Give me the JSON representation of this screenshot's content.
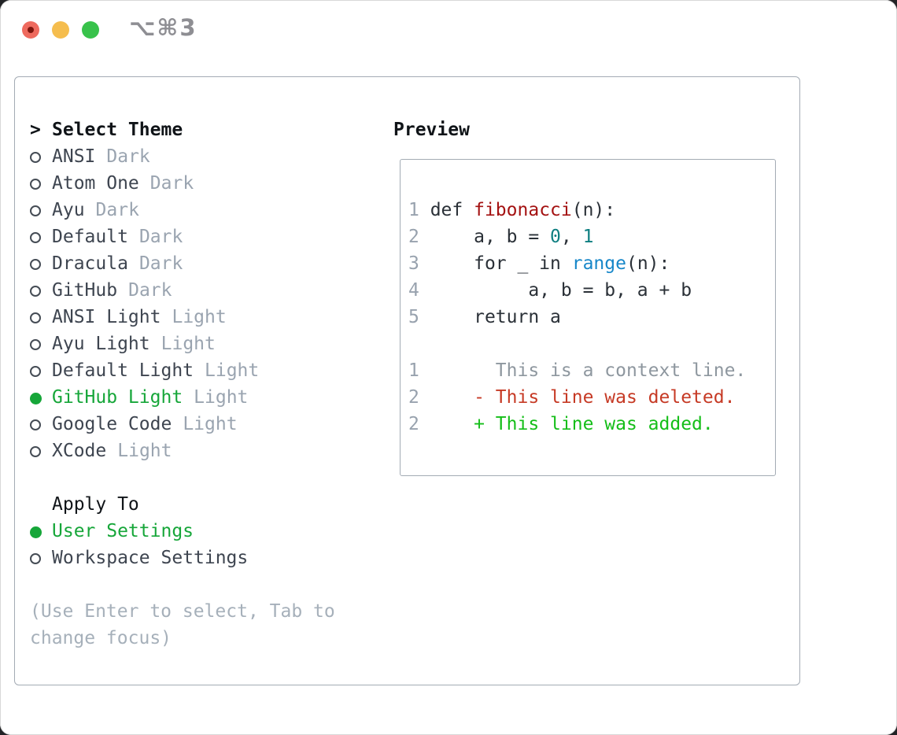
{
  "titlebar": {
    "shortcut": "⌥⌘3"
  },
  "colors": {
    "accent_selected_green": "#16a639",
    "traffic_close": "#ee6a5e",
    "traffic_minimize": "#f5bd4e",
    "traffic_zoom": "#38c24b",
    "syntax_function": "#a41212",
    "syntax_number": "#0d7e80",
    "syntax_builtin": "#1787c9",
    "diff_deleted": "#c63a25",
    "diff_added": "#15be19",
    "muted_gray": "#9aa4b0",
    "panel_border": "#a3abb4"
  },
  "theme_list": {
    "prompt": ">",
    "header": "Select Theme",
    "items": [
      {
        "name": "ANSI",
        "tag": "Dark",
        "selected": false
      },
      {
        "name": "Atom One",
        "tag": "Dark",
        "selected": false
      },
      {
        "name": "Ayu",
        "tag": "Dark",
        "selected": false
      },
      {
        "name": "Default",
        "tag": "Dark",
        "selected": false
      },
      {
        "name": "Dracula",
        "tag": "Dark",
        "selected": false
      },
      {
        "name": "GitHub",
        "tag": "Dark",
        "selected": false
      },
      {
        "name": "ANSI Light",
        "tag": "Light",
        "selected": false
      },
      {
        "name": "Ayu Light",
        "tag": "Light",
        "selected": false
      },
      {
        "name": "Default Light",
        "tag": "Light",
        "selected": false
      },
      {
        "name": "GitHub Light",
        "tag": "Light",
        "selected": true
      },
      {
        "name": "Google Code",
        "tag": "Light",
        "selected": false
      },
      {
        "name": "XCode",
        "tag": "Light",
        "selected": false
      }
    ]
  },
  "apply_to": {
    "header": "Apply To",
    "options": [
      {
        "label": "User Settings",
        "selected": true
      },
      {
        "label": "Workspace Settings",
        "selected": false
      }
    ]
  },
  "hint": {
    "line1": "(Use Enter to select, Tab to",
    "line2": "change focus)"
  },
  "preview": {
    "header": "Preview",
    "lines": [
      {
        "num": "1",
        "segments": [
          {
            "text": " def ",
            "style": "code"
          },
          {
            "text": "fibonacci",
            "style": "function"
          },
          {
            "text": "(n):",
            "style": "code"
          }
        ]
      },
      {
        "num": "2",
        "segments": [
          {
            "text": "     a, b = ",
            "style": "code"
          },
          {
            "text": "0",
            "style": "number"
          },
          {
            "text": ", ",
            "style": "code"
          },
          {
            "text": "1",
            "style": "number"
          }
        ]
      },
      {
        "num": "3",
        "segments": [
          {
            "text": "     for _ in ",
            "style": "code"
          },
          {
            "text": "range",
            "style": "builtin"
          },
          {
            "text": "(n):",
            "style": "code"
          }
        ]
      },
      {
        "num": "4",
        "segments": [
          {
            "text": "          a, b = b, a + b",
            "style": "code"
          }
        ]
      },
      {
        "num": "5",
        "segments": [
          {
            "text": "     return a",
            "style": "code"
          }
        ]
      },
      {
        "num": "",
        "segments": []
      },
      {
        "num": "1",
        "segments": [
          {
            "text": "       This is a context line.",
            "style": "context"
          }
        ]
      },
      {
        "num": "2",
        "segments": [
          {
            "text": "     - This line was deleted.",
            "style": "deleted"
          }
        ]
      },
      {
        "num": "2",
        "segments": [
          {
            "text": "     + This line was added.",
            "style": "added"
          }
        ]
      }
    ]
  }
}
